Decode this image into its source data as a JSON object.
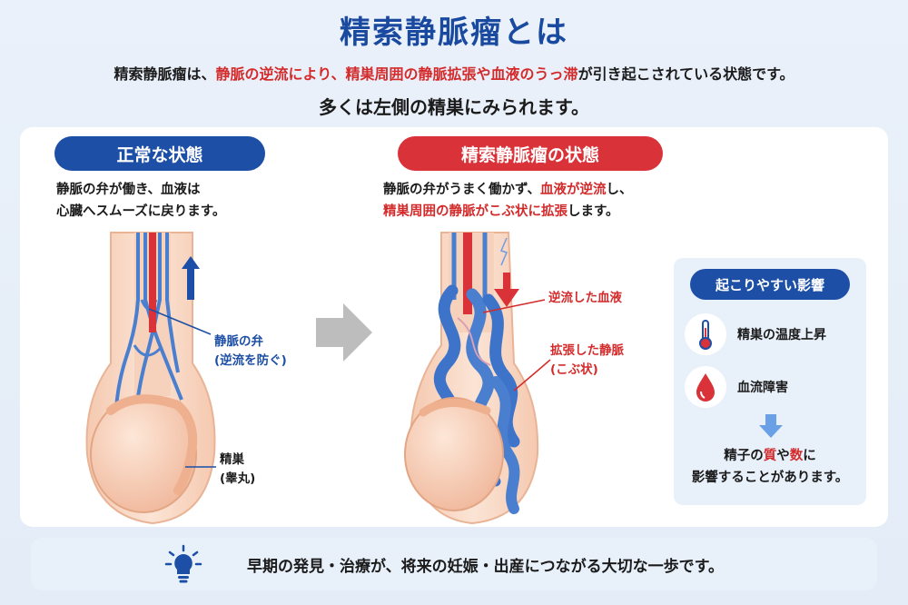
{
  "title": "精索静脈瘤とは",
  "intro": {
    "line1": [
      {
        "text": "精索静脈瘤は、",
        "highlight": false
      },
      {
        "text": "静脈の逆流により、精巣周囲の静脈拡張や血液のうっ滞",
        "highlight": true
      },
      {
        "text": "が引き起こされている状態です。",
        "highlight": false
      }
    ],
    "line2": "多くは左側の精巣にみられます。"
  },
  "normal": {
    "heading": "正常な状態",
    "desc_lines": [
      "静脈の弁が働き、血液は",
      "心臓へスムーズに戻ります。"
    ],
    "label_valve_lines": [
      "静脈の弁",
      "(逆流を防ぐ)"
    ],
    "label_testis_lines": [
      "精巣",
      "(睾丸)"
    ]
  },
  "varicocele": {
    "heading": "精索静脈瘤の状態",
    "desc_line1": [
      {
        "text": "静脈の弁がうまく働かず、",
        "highlight": false
      },
      {
        "text": "血液が逆流",
        "highlight": true
      },
      {
        "text": "し、",
        "highlight": false
      }
    ],
    "desc_line2": [
      {
        "text": "精巣周囲の静脈がこぶ状に拡張",
        "highlight": true
      },
      {
        "text": "します。",
        "highlight": false
      }
    ],
    "label_reflux": "逆流した血液",
    "label_dilated_lines": [
      "拡張した静脈",
      "(こぶ状)"
    ]
  },
  "effects": {
    "heading": "起こりやすい影響",
    "items": [
      {
        "icon": "thermometer-icon",
        "text": "精巣の温度上昇"
      },
      {
        "icon": "blood-drop-icon",
        "text": "血流障害"
      }
    ],
    "result_line1": [
      {
        "text": "精子の",
        "highlight": false
      },
      {
        "text": "質",
        "highlight": true
      },
      {
        "text": "や",
        "highlight": false
      },
      {
        "text": "数",
        "highlight": true
      },
      {
        "text": "に",
        "highlight": false
      }
    ],
    "result_line2": "影響することがあります。"
  },
  "footer": {
    "icon": "lightbulb-icon",
    "text": "早期の発見・治療が、将来の妊娠・出産につながる大切な一歩です。"
  },
  "colors": {
    "accent_blue": "#1c4fa5",
    "accent_red": "#d32b2b",
    "skin": "#f7d9c4",
    "vein": "#4a7fd0"
  }
}
